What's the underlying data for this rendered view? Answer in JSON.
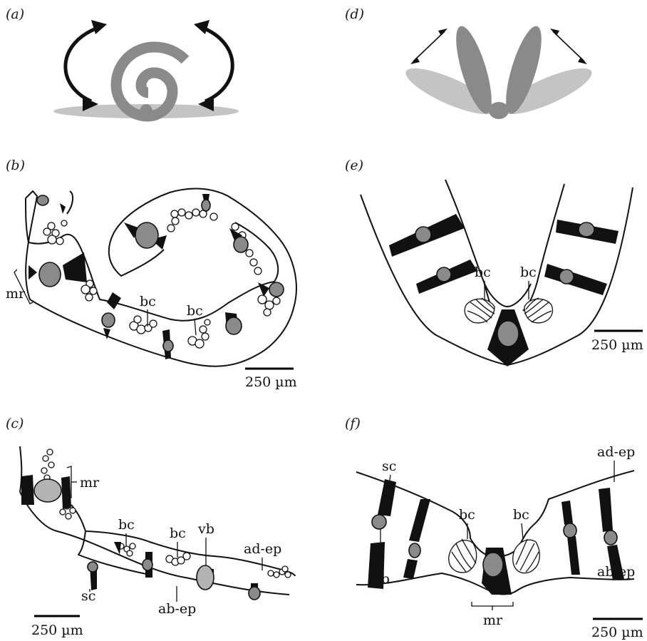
{
  "panels": [
    {
      "id": "a",
      "letter": "(a)"
    },
    {
      "id": "b",
      "letter": "(b)"
    },
    {
      "id": "c",
      "letter": "(c)"
    },
    {
      "id": "d",
      "letter": "(d)"
    },
    {
      "id": "e",
      "letter": "(e)"
    },
    {
      "id": "f",
      "letter": "(f)"
    }
  ],
  "labels": {
    "bc": "bc",
    "mr": "mr",
    "sc": "sc",
    "vb": "vb",
    "ad_ep": "ad-ep",
    "ab_ep": "ab-ep"
  },
  "scale_bar": "250 µm",
  "colors": {
    "dark_grey": "#8a8a8a",
    "light_grey": "#c4c4c4",
    "black": "#111111"
  }
}
